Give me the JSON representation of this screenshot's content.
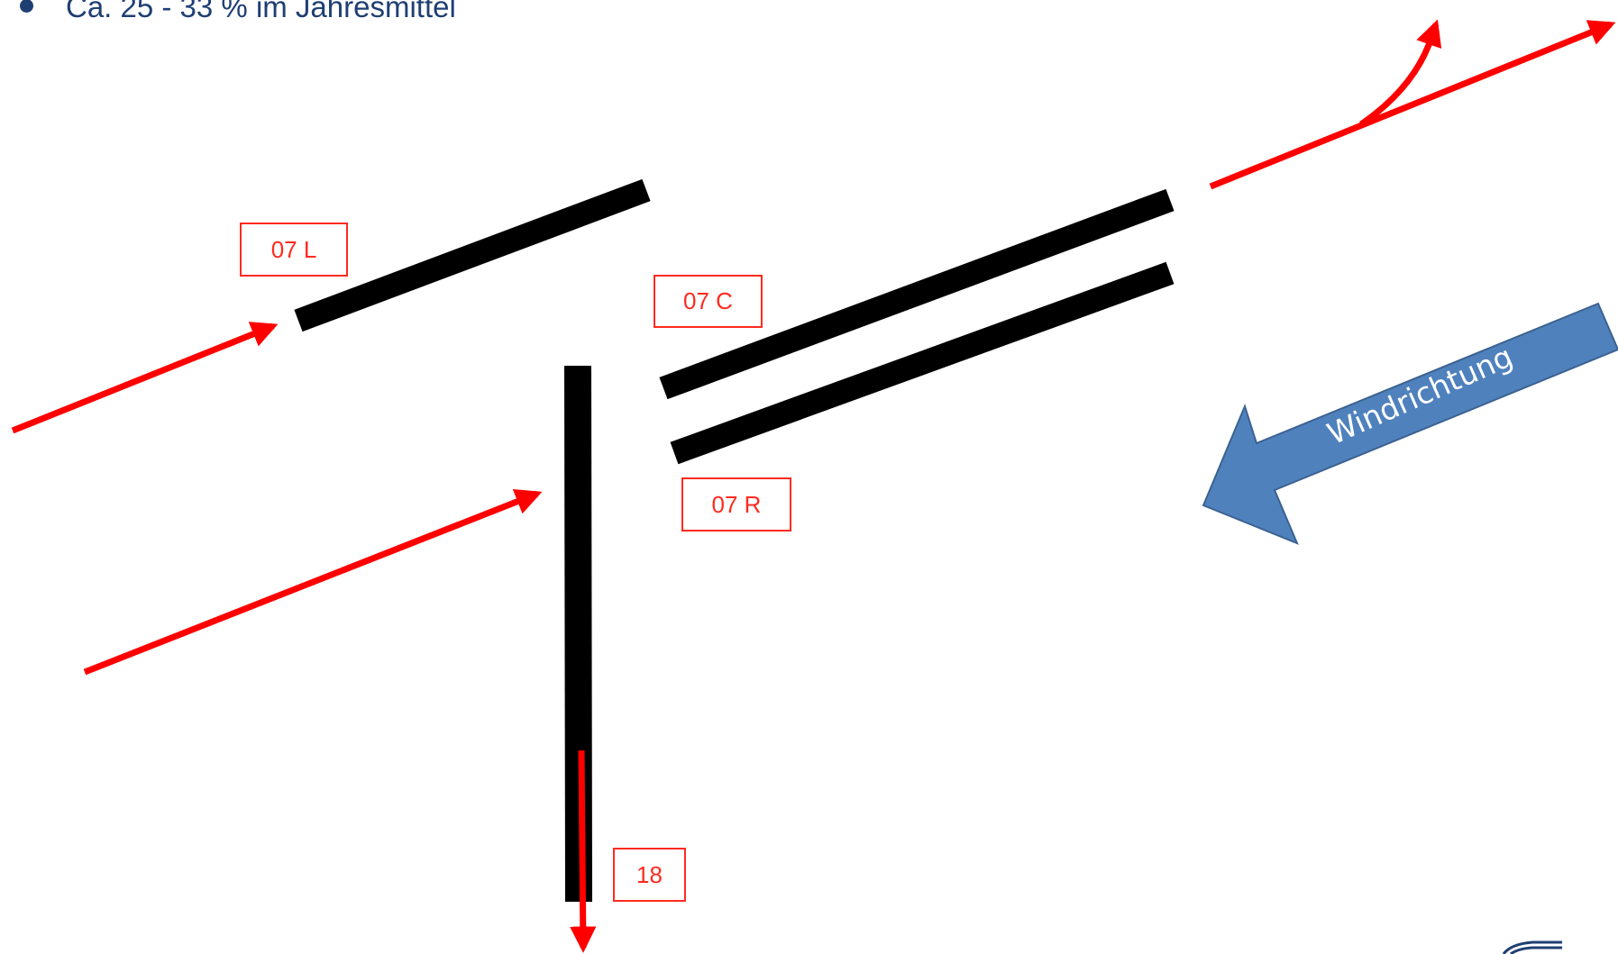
{
  "bullet": {
    "text": "Ca. 25 - 33 % im Jahresmittel"
  },
  "runways": {
    "07L": "07 L",
    "07C": "07 C",
    "07R": "07 R",
    "18": "18"
  },
  "wind": {
    "label": "Windrichtung"
  },
  "colors": {
    "runway": "#000000",
    "flight_path": "#ff0000",
    "label_border": "#ff2a1f",
    "label_text": "#ff2a1f",
    "wind_arrow_fill": "#4f81bd",
    "wind_arrow_stroke": "#3b6290",
    "bullet_text": "#1f3f73"
  }
}
